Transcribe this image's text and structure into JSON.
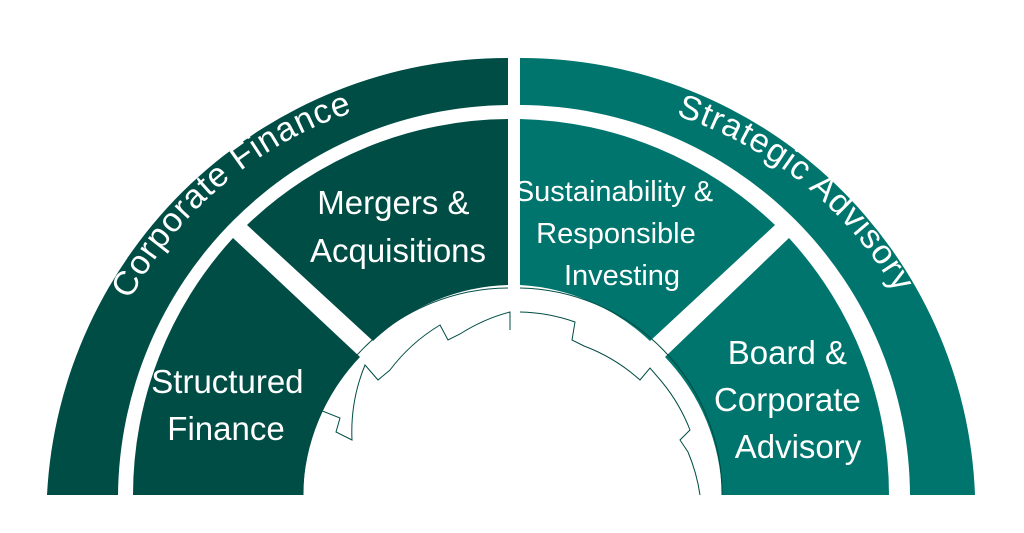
{
  "colors": {
    "dark_teal": "#004d45",
    "mid_teal": "#00756d",
    "background": "#ffffff"
  },
  "groups": [
    {
      "label": "Corporate Finance"
    },
    {
      "label": "Strategic Advisory"
    }
  ],
  "segments": [
    {
      "lines": [
        "Structured",
        "Finance"
      ]
    },
    {
      "lines": [
        "Mergers &",
        "Acquisitions"
      ]
    },
    {
      "lines": [
        "Sustainability &",
        "Responsible",
        "Investing"
      ]
    },
    {
      "lines": [
        "Board &",
        "Corporate",
        "Advisory"
      ]
    }
  ]
}
